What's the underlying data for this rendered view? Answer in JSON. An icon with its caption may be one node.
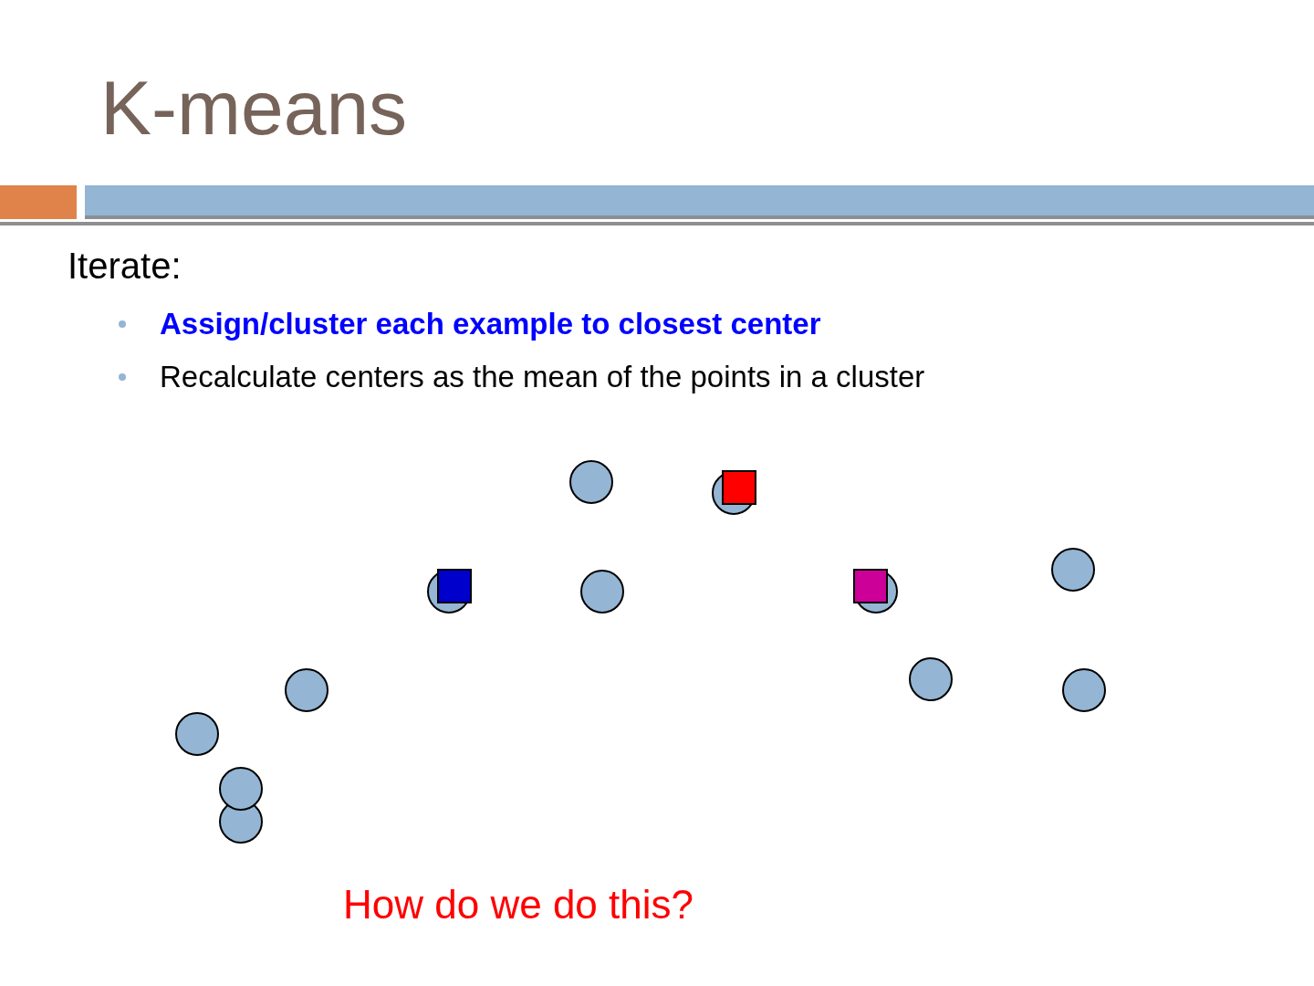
{
  "diagram": {
    "title": "K-means",
    "labels": [
      "Iterate:",
      "Assign/cluster each example to closest center",
      "Recalculate centers as the mean of the points in a cluster",
      "How do we do this?"
    ]
  }
}
